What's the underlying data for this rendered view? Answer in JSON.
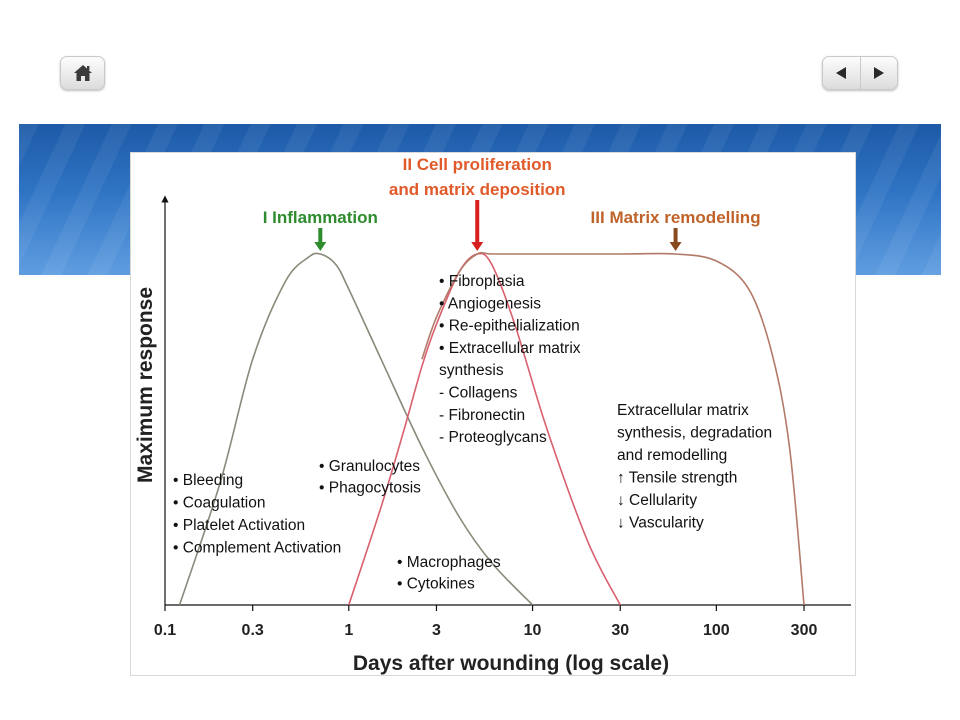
{
  "nav": {
    "home_icon": "home-icon",
    "prev_icon": "triangle-left-icon",
    "next_icon": "triangle-right-icon"
  },
  "chart_data": {
    "type": "line",
    "xlabel": "Days after wounding (log scale)",
    "ylabel": "Maximum response",
    "x_scale": "log",
    "xlim": [
      0.1,
      400
    ],
    "ylim": [
      0,
      1
    ],
    "x_ticks": [
      0.1,
      0.3,
      1,
      3,
      10,
      30,
      100,
      300
    ],
    "x_tick_labels": [
      "0.1",
      "0.3",
      "1",
      "3",
      "10",
      "30",
      "100",
      "300"
    ],
    "grid": false,
    "series": [
      {
        "name": "I Inflammation",
        "color": "#8a8a7a",
        "x": [
          0.12,
          0.2,
          0.3,
          0.45,
          0.6,
          0.7,
          0.85,
          1.0,
          1.5,
          2.5,
          4,
          6,
          10
        ],
        "y": [
          0.0,
          0.35,
          0.7,
          0.92,
          0.99,
          1.0,
          0.97,
          0.9,
          0.7,
          0.45,
          0.25,
          0.12,
          0.0
        ]
      },
      {
        "name": "II Cell proliferation and matrix deposition",
        "color": "#d9606e",
        "x": [
          1.0,
          1.5,
          2,
          2.5,
          3,
          4,
          5,
          6,
          8,
          12,
          20,
          30
        ],
        "y": [
          0.0,
          0.28,
          0.5,
          0.68,
          0.8,
          0.95,
          1.0,
          0.97,
          0.8,
          0.5,
          0.18,
          0.0
        ]
      },
      {
        "name": "III Matrix remodelling",
        "color": "#b27a68",
        "x": [
          2.5,
          3,
          4,
          5,
          6,
          10,
          30,
          60,
          100,
          150,
          200,
          250,
          300
        ],
        "y": [
          0.7,
          0.82,
          0.95,
          1.0,
          1.0,
          1.0,
          1.0,
          1.0,
          0.98,
          0.9,
          0.72,
          0.45,
          0.0
        ]
      }
    ],
    "phase_labels": [
      {
        "text": "I Inflammation",
        "color": "#2e8b2e",
        "arrow_color": "#2e8b2e",
        "x": 0.7
      },
      {
        "lines": [
          "II Cell proliferation",
          "and matrix deposition"
        ],
        "color": "#e05a2a",
        "arrow_color": "#d81f1f",
        "x": 5
      },
      {
        "text": "III Matrix remodelling",
        "color": "#c0632a",
        "arrow_color": "#8a4a20",
        "x": 60
      }
    ],
    "annotations": [
      {
        "id": "inflammation-events",
        "lines": [
          "• Bleeding",
          "• Coagulation",
          "• Platelet Activation",
          "• Complement Activation"
        ]
      },
      {
        "id": "cell-events",
        "lines": [
          "• Granulocytes",
          "• Phagocytosis"
        ]
      },
      {
        "id": "late-cell-events",
        "lines": [
          "• Macrophages",
          "• Cytokines"
        ]
      },
      {
        "id": "proliferation-events",
        "lines": [
          "• Fibroplasia",
          "• Angiogenesis",
          "• Re-epithelialization",
          "• Extracellular matrix",
          "synthesis",
          "- Collagens",
          "- Fibronectin",
          "- Proteoglycans"
        ]
      },
      {
        "id": "remodelling-events",
        "lines": [
          "Extracellular matrix",
          "synthesis, degradation",
          "and remodelling",
          "↑ Tensile strength",
          "↓ Cellularity",
          "↓ Vascularity"
        ]
      }
    ]
  }
}
